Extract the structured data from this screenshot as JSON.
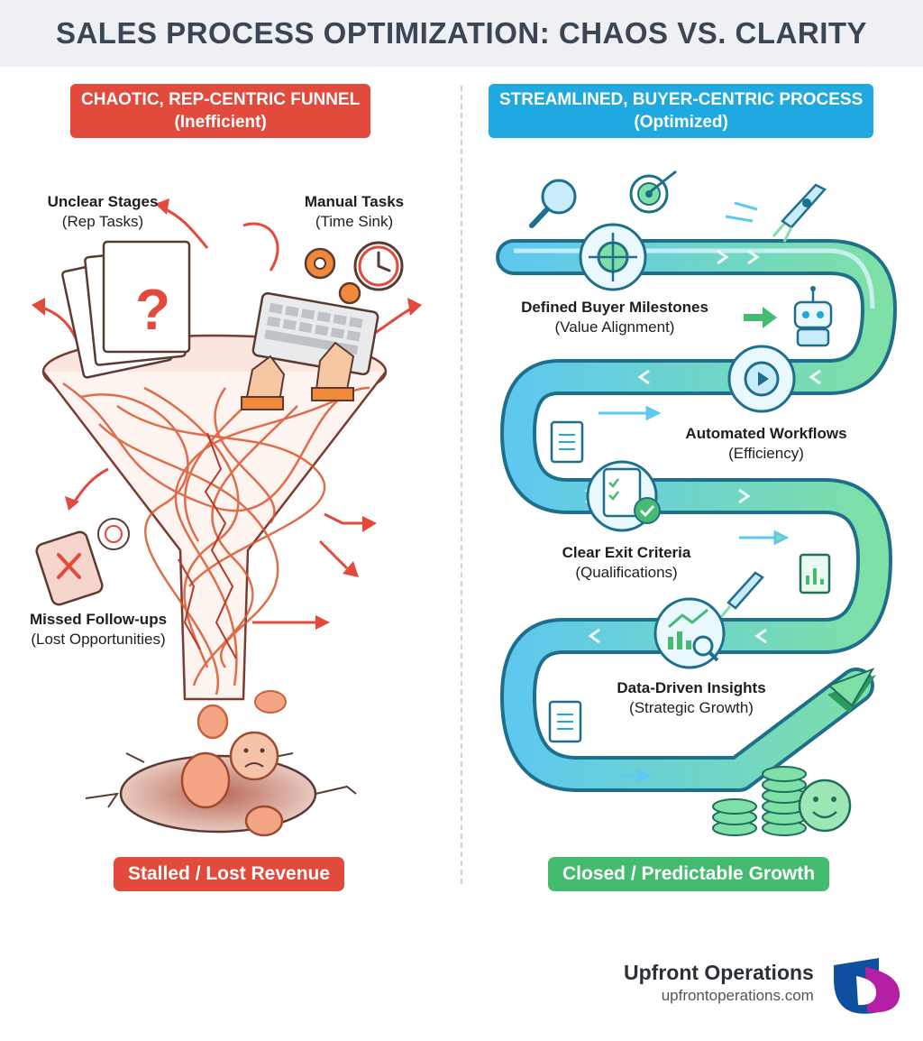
{
  "title": "SALES PROCESS OPTIMIZATION: CHAOS VS. CLARITY",
  "left": {
    "header_line1": "CHAOTIC, REP-CENTRIC FUNNEL",
    "header_line2": "(Inefficient)",
    "labels": [
      {
        "title": "Unclear Stages",
        "sub": "(Rep Tasks)"
      },
      {
        "title": "Manual Tasks",
        "sub": "(Time Sink)"
      },
      {
        "title": "Missed Follow-ups",
        "sub": "(Lost Opportunities)"
      }
    ],
    "bottom": "Stalled / Lost Revenue",
    "color": "#e24a3b"
  },
  "right": {
    "header_line1": "STREAMLINED, BUYER-CENTRIC PROCESS",
    "header_line2": "(Optimized)",
    "labels": [
      {
        "title": "Defined Buyer Milestones",
        "sub": "(Value Alignment)"
      },
      {
        "title": "Automated Workflows",
        "sub": "(Efficiency)"
      },
      {
        "title": "Clear Exit Criteria",
        "sub": "(Qualifications)"
      },
      {
        "title": "Data-Driven Insights",
        "sub": "(Strategic Growth)"
      }
    ],
    "bottom": "Closed / Predictable Growth",
    "color": "#1fa9e0",
    "accent": "#44bb6e"
  },
  "brand": {
    "name": "Upfront Operations",
    "url": "upfrontoperations.com"
  }
}
